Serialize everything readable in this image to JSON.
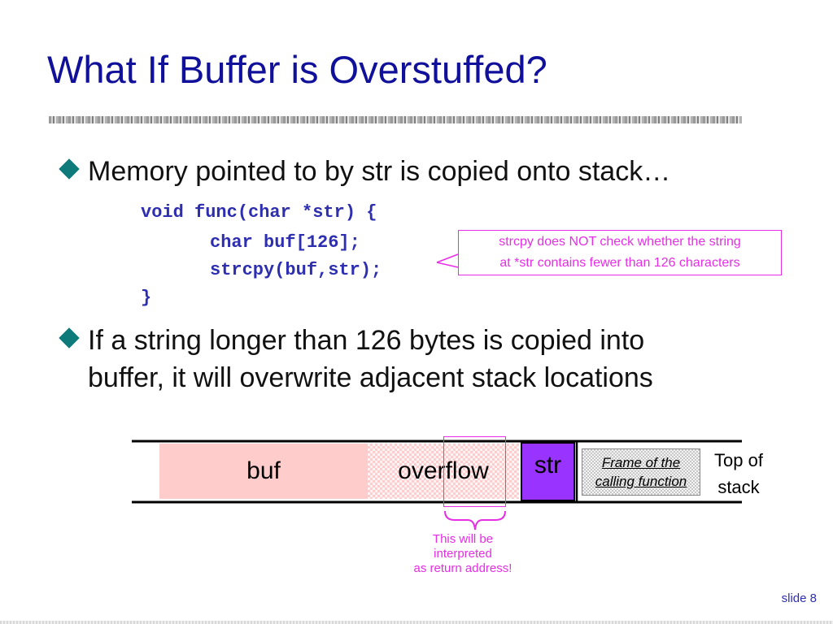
{
  "slide": {
    "title": "What If Buffer is Overstuffed?",
    "bullets": [
      "Memory pointed to by str is copied onto stack…",
      "If a string longer than 126 bytes is copied into",
      "buffer, it will overwrite adjacent stack locations"
    ],
    "code": [
      "void func(char *str) {",
      "char buf[126];",
      "strcpy(buf,str);",
      "}"
    ],
    "callout": [
      "strcpy does NOT check whether the string",
      "at *str contains fewer than 126 characters"
    ],
    "slide_number": "slide 8"
  },
  "diagram": {
    "buf_label": "buf",
    "overflow_label": "overflow",
    "str_label": "str",
    "frame_label": [
      "Frame of the",
      "calling function"
    ],
    "top_label": [
      "Top of",
      "stack"
    ],
    "return_note": [
      "This will be",
      "interpreted",
      "as return address!"
    ]
  },
  "colors": {
    "title": "#10109a",
    "code": "#2e2eb0",
    "annotation": "#e62ee6",
    "bullet": "#0e7a7a",
    "buf_fill": "#ffcccc",
    "str_fill": "#9933ff"
  }
}
